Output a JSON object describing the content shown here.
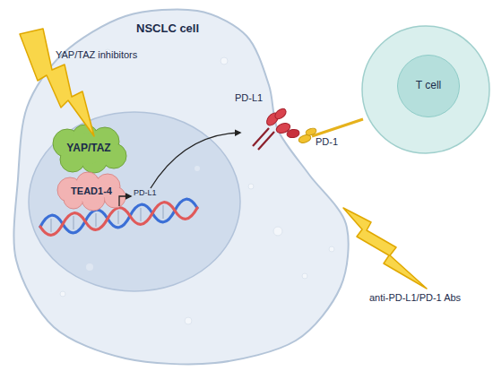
{
  "diagram": {
    "nodes": [
      {
        "text": [
          "NSCLC cell"
        ]
      },
      {
        "text": [
          "YAP/TAZ"
        ],
        "in": 0
      },
      {
        "text": [
          "TEAD1-4"
        ],
        "in": 0
      },
      {
        "text": [
          "T cell"
        ]
      }
    ],
    "labels": [
      "YAP/TAZ inhibitors",
      "PD-L1",
      "PD-1",
      "PD-L1",
      "anti-PD-L1/PD-1 Abs"
    ]
  }
}
